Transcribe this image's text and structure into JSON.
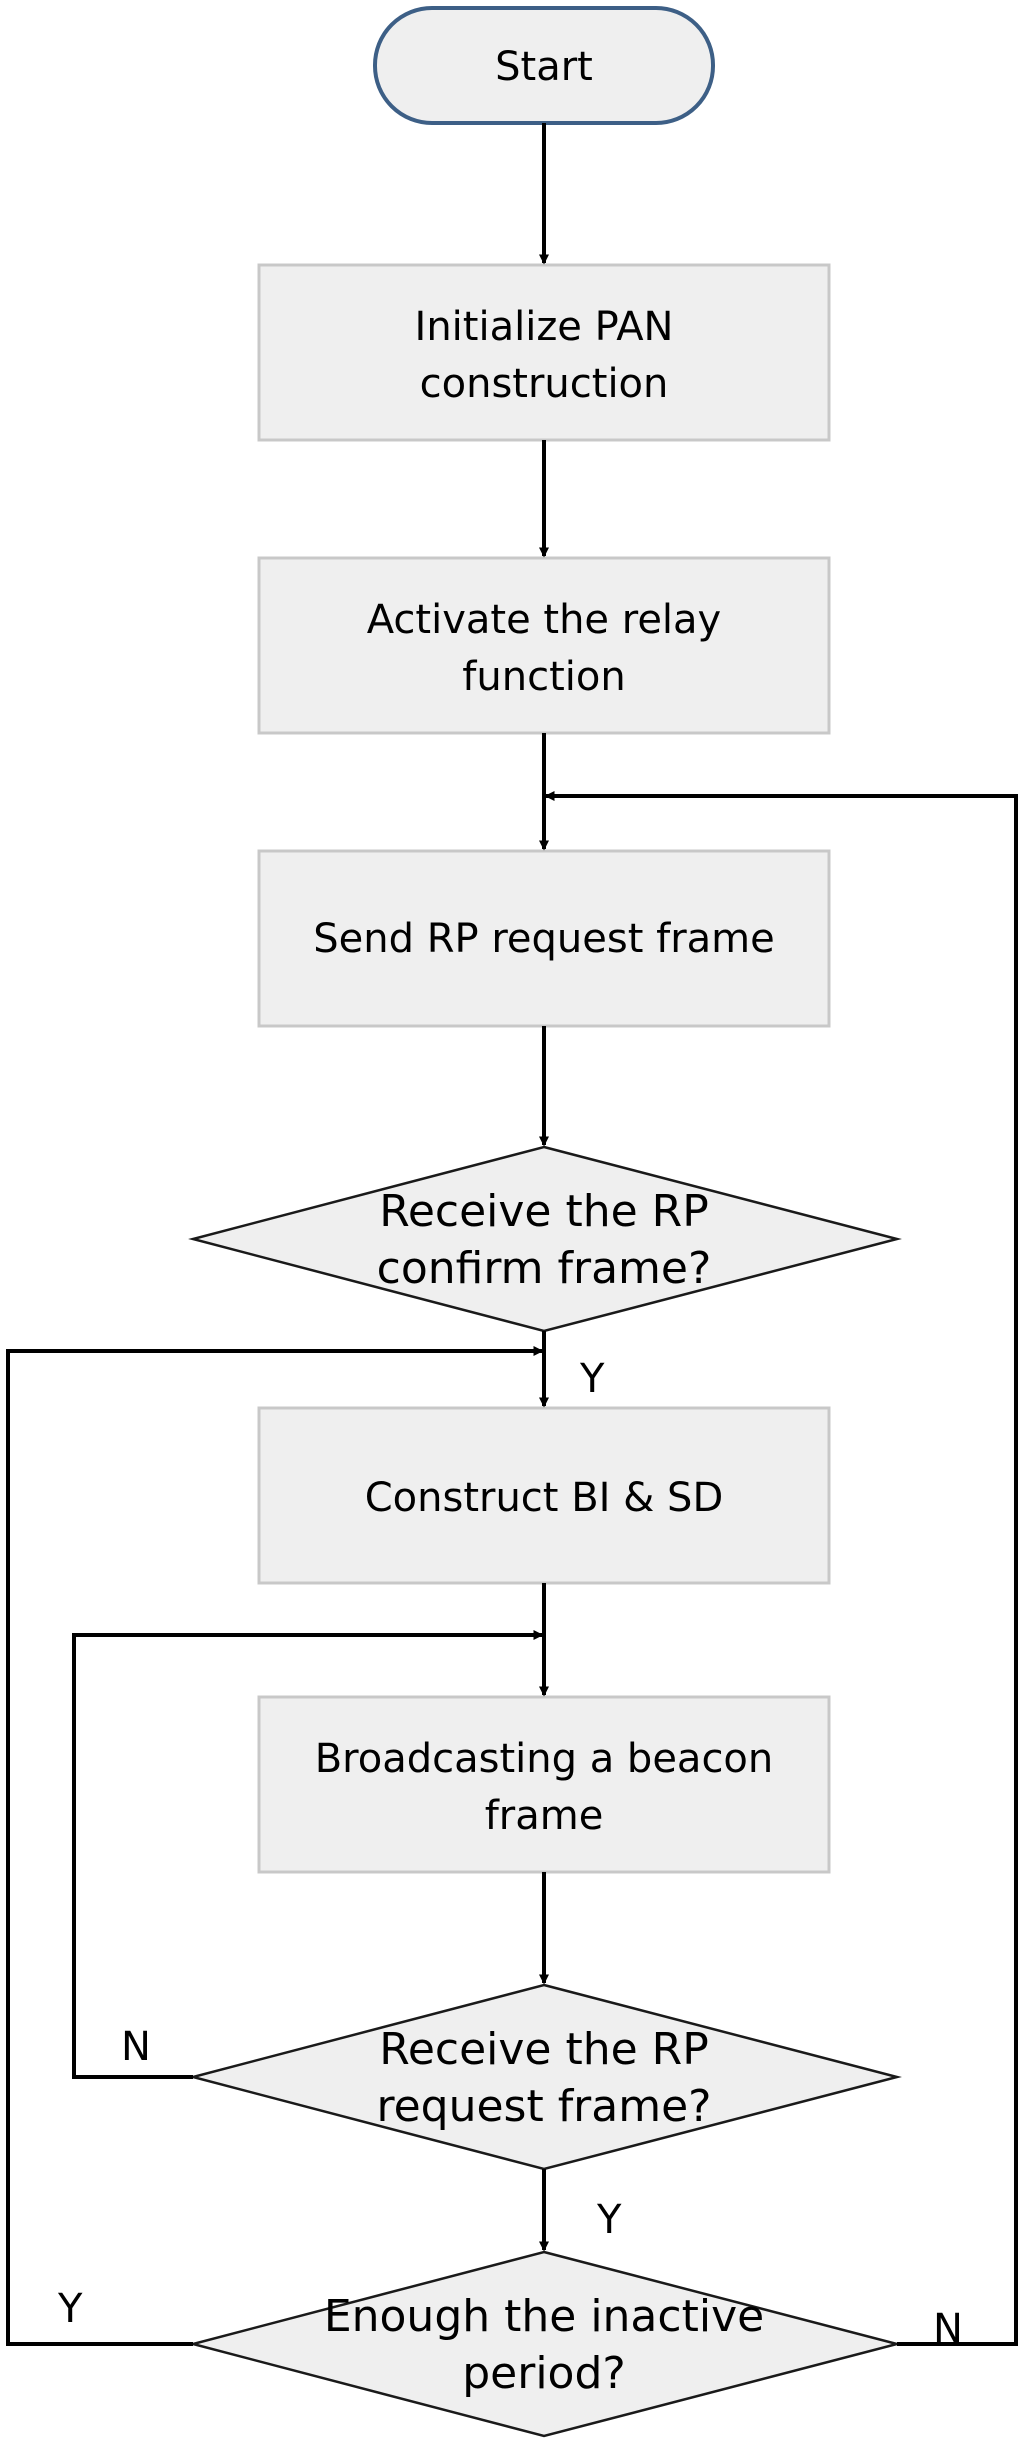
{
  "diagram": {
    "start": {
      "label": "Start"
    },
    "step_init": {
      "line1": "Initialize PAN",
      "line2": "construction"
    },
    "step_relay": {
      "line1": "Activate the relay",
      "line2": "function"
    },
    "step_send": {
      "label": "Send RP request frame"
    },
    "decision_confirm": {
      "line1": "Receive the RP",
      "line2": "confirm frame?"
    },
    "step_construct": {
      "label": "Construct BI & SD"
    },
    "step_broadcast": {
      "line1": "Broadcasting a beacon",
      "line2": "frame"
    },
    "decision_request": {
      "line1": "Receive the RP",
      "line2": "request frame?"
    },
    "decision_enough": {
      "line1": "Enough the inactive",
      "line2": "period?"
    },
    "edge_labels": {
      "confirm_yes": "Y",
      "request_no": "N",
      "request_yes": "Y",
      "enough_yes": "Y",
      "enough_no": "N"
    }
  }
}
